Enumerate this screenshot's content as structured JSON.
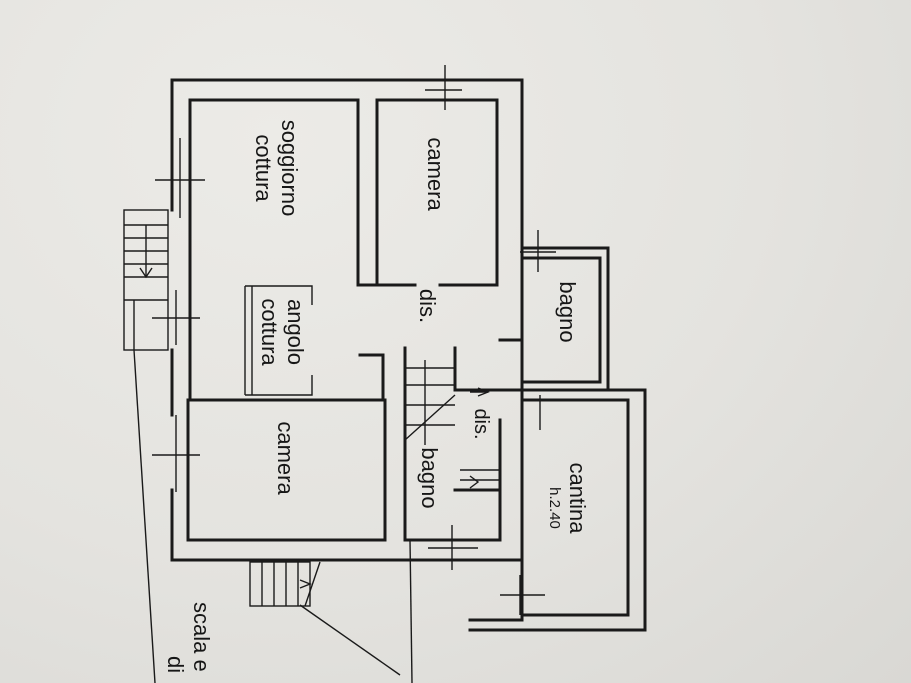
{
  "rooms": {
    "soggiorno_line1": "soggiorno",
    "soggiorno_line2": "cottura",
    "camera_top": "camera",
    "dis_main": "dis.",
    "bagno_right": "bagno",
    "angolo_line1": "angolo",
    "angolo_line2": "cottura",
    "camera_bottom": "camera",
    "dis_small": "dis.",
    "bagno_center": "bagno",
    "cantina": "cantina",
    "cantina_height": "h.2.40"
  },
  "footer": {
    "scale_line1": "scala e",
    "scale_line2": "di"
  }
}
